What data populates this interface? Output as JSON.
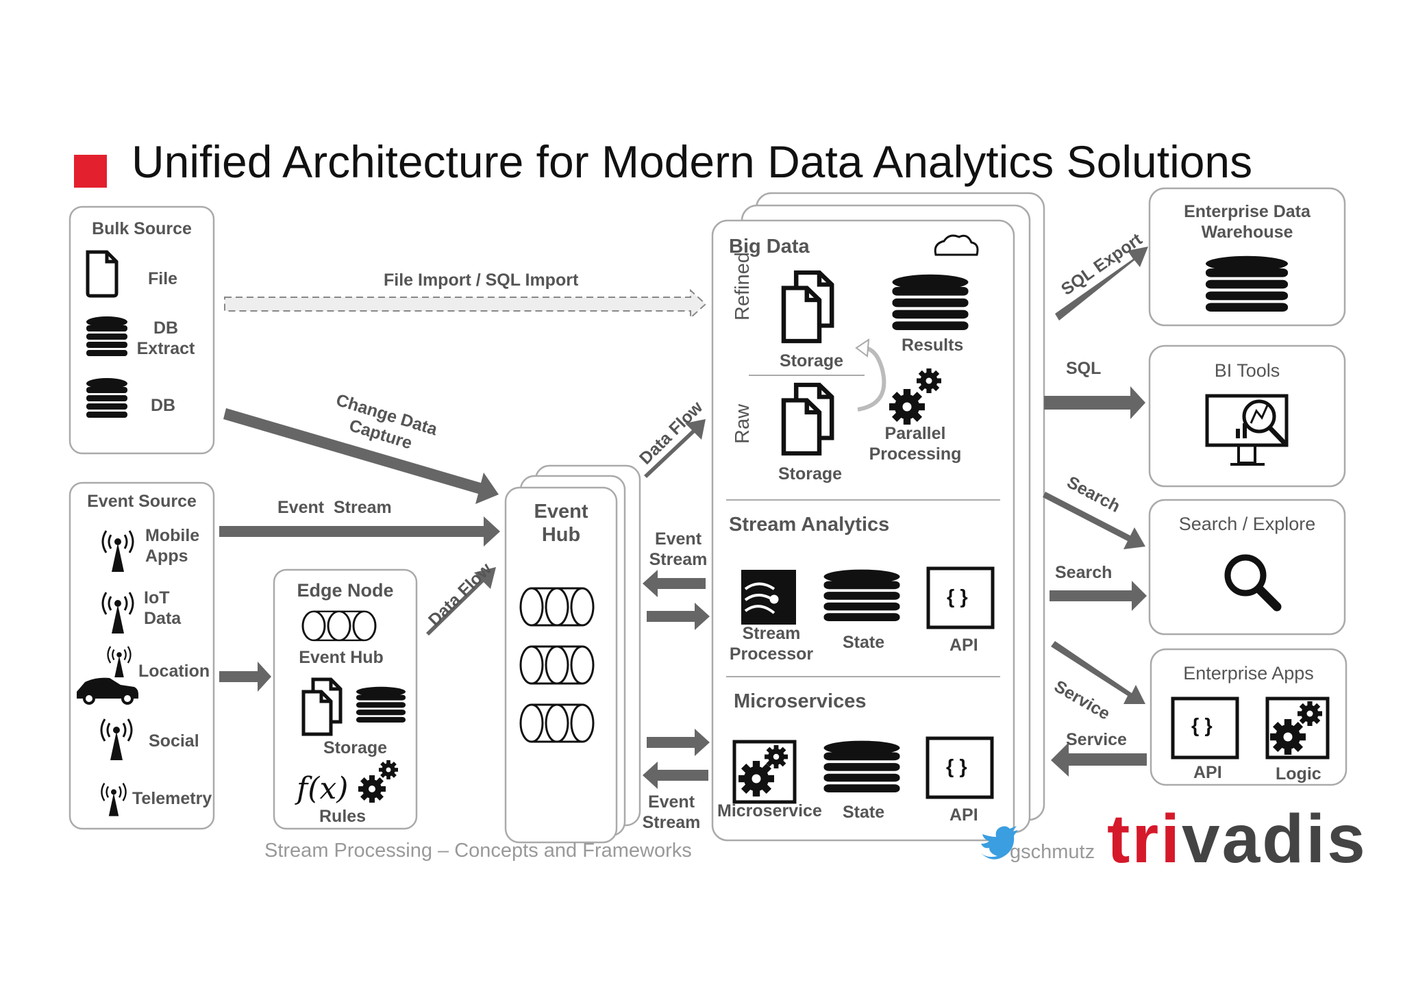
{
  "title": "Unified Architecture for Modern Data Analytics Solutions",
  "bulk_source": {
    "title": "Bulk Source",
    "file": "File",
    "db_extract": "DB\nExtract",
    "db": "DB"
  },
  "event_source": {
    "title": "Event Source",
    "mobile": "Mobile\nApps",
    "iot": "IoT\nData",
    "location": "Location",
    "social": "Social",
    "telemetry": "Telemetry"
  },
  "edge_node": {
    "title": "Edge Node",
    "event_hub": "Event Hub",
    "storage": "Storage",
    "rules": "Rules",
    "fx": "f(x)"
  },
  "event_hub": {
    "title": "Event\nHub"
  },
  "big_data": {
    "title": "Big Data",
    "refined": "Refined",
    "raw": "Raw",
    "storage_refined": "Storage",
    "storage_raw": "Storage",
    "results": "Results",
    "parallel": "Parallel\nProcessing"
  },
  "stream_analytics": {
    "title": "Stream Analytics",
    "processor": "Stream\nProcessor",
    "state": "State",
    "api": "API"
  },
  "microservices": {
    "title": "Microservices",
    "microservice": "Microservice",
    "state": "State",
    "api": "API"
  },
  "targets": {
    "edw": "Enterprise Data\nWarehouse",
    "bi": "BI Tools",
    "search": "Search / Explore",
    "apps": {
      "title": "Enterprise Apps",
      "api": "API",
      "logic": "Logic"
    }
  },
  "flows": {
    "file_import": "File Import / SQL Import",
    "cdc": "Change Data\nCapture",
    "event_stream": "Event  Stream",
    "data_flow_hub": "Data Flow",
    "data_flow_edge": "Data Flow",
    "event_stream_in": "Event\nStream",
    "event_stream_out": "Event\nStream",
    "sql_export": "SQL Export",
    "sql": "SQL",
    "search1": "Search",
    "search2": "Search",
    "service1": "Service",
    "service2": "Service"
  },
  "footer": "Stream Processing – Concepts and Frameworks",
  "twitter": "gschmutz",
  "brand": {
    "red": "tri",
    "rest": "vadis"
  },
  "colors": {
    "accent": "#e3202d",
    "arrow": "#666666",
    "border": "#aaaaaa"
  }
}
